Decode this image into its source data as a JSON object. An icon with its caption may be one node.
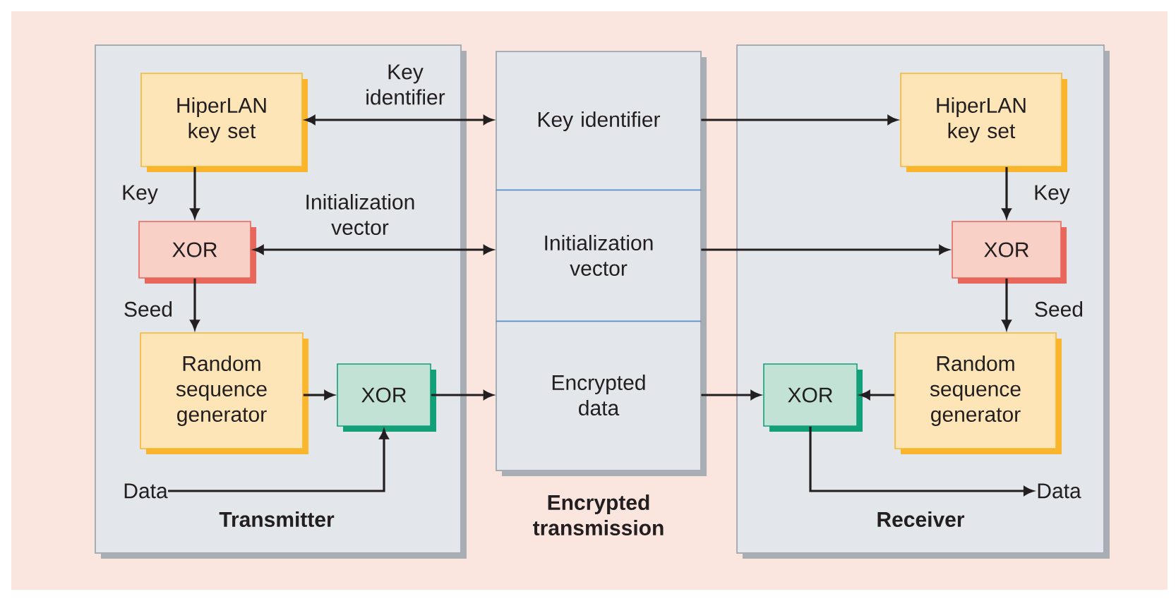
{
  "diagram": {
    "nodes": [
      {
        "text": [
          "Transmitter"
        ]
      },
      {
        "text": [
          "HiperLAN key set"
        ],
        "in": 0
      },
      {
        "text": [
          "XOR"
        ],
        "in": 0
      },
      {
        "text": [
          "Random sequence generator"
        ],
        "in": 0
      },
      {
        "text": [
          "XOR"
        ],
        "in": 0
      },
      {
        "text": [
          "Data"
        ],
        "in": 0
      },
      {
        "text": [
          "Encrypted transmission"
        ]
      },
      {
        "text": [
          "Key identifier"
        ],
        "in": 6
      },
      {
        "text": [
          "Initialization vector"
        ],
        "in": 6
      },
      {
        "text": [
          "Encrypted data"
        ],
        "in": 6
      },
      {
        "text": [
          "Receiver"
        ]
      },
      {
        "text": [
          "HiperLAN key set"
        ],
        "in": 10
      },
      {
        "text": [
          "XOR"
        ],
        "in": 10
      },
      {
        "text": [
          "Random sequence generator"
        ],
        "in": 10
      },
      {
        "text": [
          "XOR"
        ],
        "in": 10
      },
      {
        "text": [
          "Data"
        ],
        "in": 10
      }
    ],
    "edges": [
      {
        "from": 1,
        "to": 2,
        "arrow": "to",
        "label": "Key"
      },
      {
        "from": 2,
        "to": 3,
        "arrow": "to",
        "label": "Seed"
      },
      {
        "from": 3,
        "to": 4,
        "arrow": "to"
      },
      {
        "from": 5,
        "to": 4,
        "arrow": "to"
      },
      {
        "from": 1,
        "to": 7,
        "arrow": "both",
        "label": "Key identifier"
      },
      {
        "from": 2,
        "to": 8,
        "arrow": "both",
        "label": "Initialization vector"
      },
      {
        "from": 4,
        "to": 9,
        "arrow": "to"
      },
      {
        "from": 7,
        "to": 11,
        "arrow": "to"
      },
      {
        "from": 8,
        "to": 12,
        "arrow": "to"
      },
      {
        "from": 9,
        "to": 14,
        "arrow": "to"
      },
      {
        "from": 11,
        "to": 12,
        "arrow": "to",
        "label": "Key"
      },
      {
        "from": 12,
        "to": 13,
        "arrow": "to",
        "label": "Seed"
      },
      {
        "from": 13,
        "to": 14,
        "arrow": "to"
      },
      {
        "from": 14,
        "to": 15,
        "arrow": "to"
      }
    ]
  }
}
